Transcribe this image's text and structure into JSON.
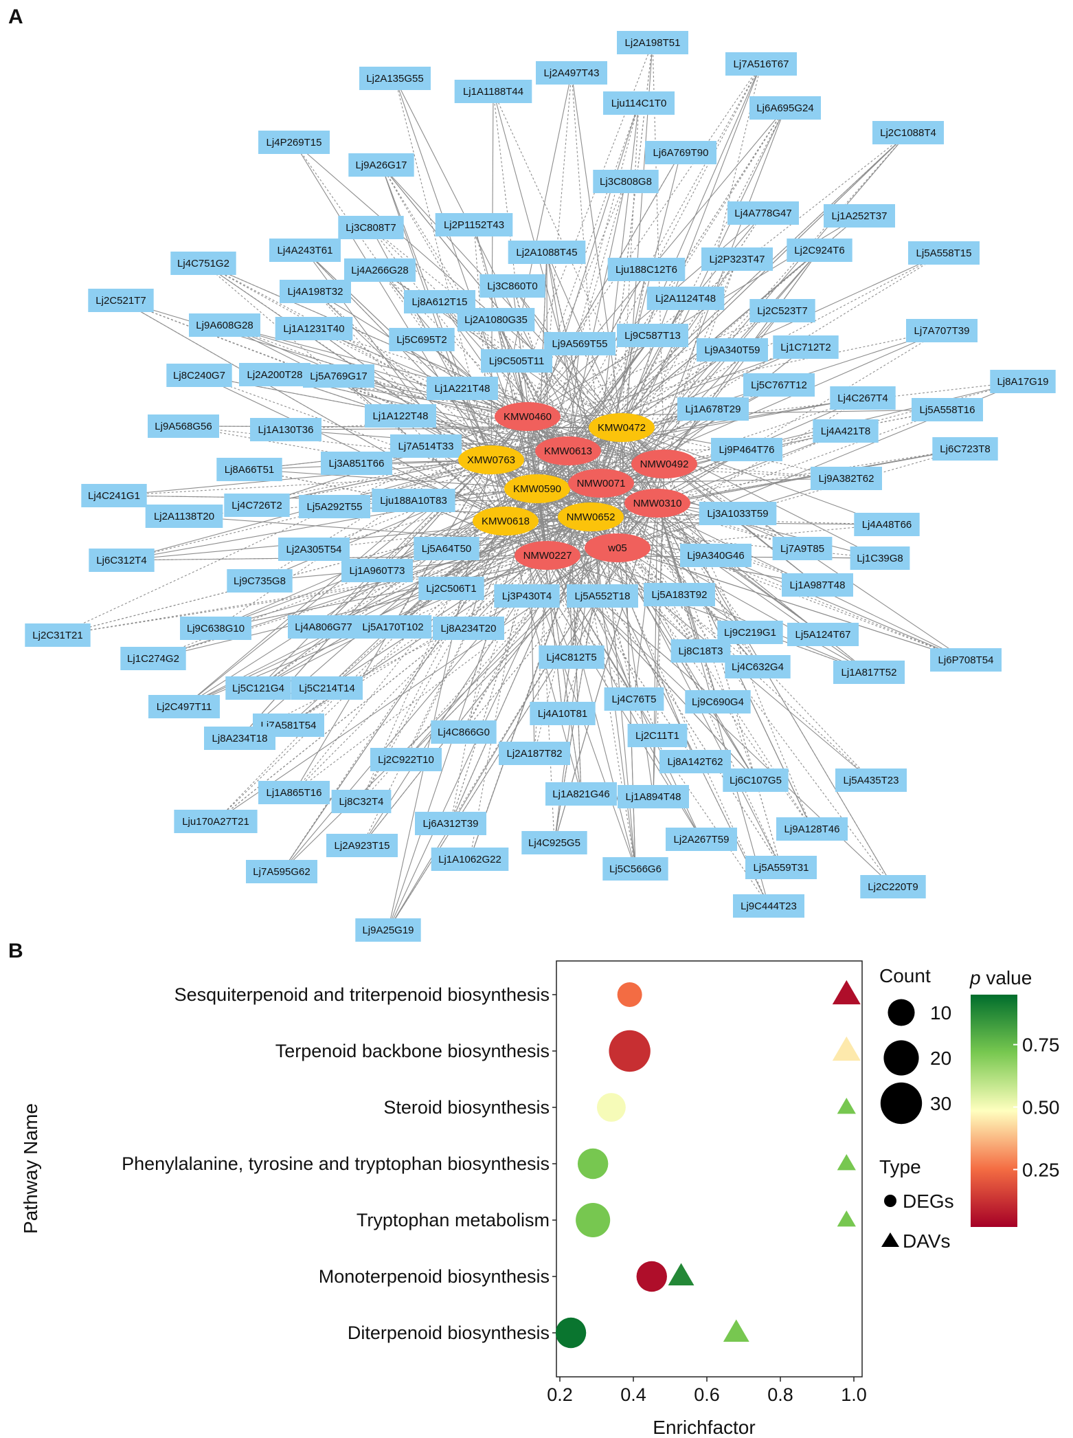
{
  "figure": {
    "panel_a_label": "A",
    "panel_b_label": "B"
  },
  "colors": {
    "gene_node": "#8ecff2",
    "metabolite_node_red": "#f0605c",
    "metabolite_node_yellow": "#fbc30b",
    "edge": "#8c8c8c",
    "pvalue_gradient": [
      "#006d2c",
      "#78c850",
      "#ffffbf",
      "#f46d43",
      "#a50026"
    ]
  },
  "network": {
    "metabolites": [
      {
        "label": "KMW0460",
        "color": "red"
      },
      {
        "label": "KMW0472",
        "color": "yellow"
      },
      {
        "label": "XMW0763",
        "color": "yellow"
      },
      {
        "label": "KMW0613",
        "color": "red"
      },
      {
        "label": "NMW0492",
        "color": "red"
      },
      {
        "label": "KMW0590",
        "color": "yellow"
      },
      {
        "label": "NMW0071",
        "color": "red"
      },
      {
        "label": "NMW0310",
        "color": "red"
      },
      {
        "label": "KMW0618",
        "color": "yellow"
      },
      {
        "label": "NMW0652",
        "color": "yellow"
      },
      {
        "label": "w05",
        "color": "red"
      },
      {
        "label": "NMW0227",
        "color": "red"
      }
    ],
    "genes": [
      "Lj2A198T51",
      "Lj7A516T67",
      "Lj2A135G55",
      "Lj2A497T43",
      "Lj1A1188T44",
      "Lju114C1T0",
      "Lj6A695G24",
      "Lj2C1088T4",
      "Lj4P269T15",
      "Lj9A26G17",
      "Lj6A769T90",
      "Lj3C808G8",
      "Lj4A778G47",
      "Lj1A252T37",
      "Lj3C808T7",
      "Lj2P1152T43",
      "Lj4A243T61",
      "Lj2A1088T45",
      "Lj2C924T6",
      "Lj5A558T15",
      "Lj4C751G2",
      "Lj4A266G28",
      "Lju188C12T6",
      "Lj2P323T47",
      "Lj4A198T32",
      "Lj3C860T0",
      "Lj2C521T7",
      "Lj8A612T15",
      "Lj2A1124T48",
      "Lj2C523T7",
      "Lj9A608G28",
      "Lj1A1231T40",
      "Lj2A1080G35",
      "Lj7A707T39",
      "Lj5C695T2",
      "Lj9A569T55",
      "Lj9C587T13",
      "Lj1C712T2",
      "Lj9A340T59",
      "Lj9C505T11",
      "Lj8C240G7",
      "Lj2A200T28",
      "Lj5A769G17",
      "Lj1A221T48",
      "Lj5C767T12",
      "Lj8A17G19",
      "Lj4C267T4",
      "Lj1A122T48",
      "Lj1A678T29",
      "Lj5A558T16",
      "Lj9A568G56",
      "Lj1A130T36",
      "Lj4A421T8",
      "Lj7A514T33",
      "Lj6C723T8",
      "Lj9P464T76",
      "Lj3A851T66",
      "Lj8A66T51",
      "Lj9A382T62",
      "Lj4C241G1",
      "Lj4C726T2",
      "Lj5A292T55",
      "Lju188A10T83",
      "Lj2A1138T20",
      "Lj3A1033T59",
      "Lj4A48T66",
      "Lj6C312T4",
      "Lj2A305T54",
      "Lj5A64T50",
      "Lj7A9T85",
      "Lj1C39G8",
      "Lj9A340G46",
      "Lj9C735G8",
      "Lj1A960T73",
      "Lj2C506T1",
      "Lj1A987T48",
      "Lj3P430T4",
      "Lj5A552T18",
      "Lj5A183T92",
      "Lj2C31T21",
      "Lj9C638G10",
      "Lj4A806G77",
      "Lj5A170T102",
      "Lj8A234T20",
      "Lj9C219G1",
      "Lj5A124T67",
      "Lj6P708T54",
      "Lj1C274G2",
      "Lj4C812T5",
      "Lj8C18T3",
      "Lj4C632G4",
      "Lj1A817T52",
      "Lj5C121G4",
      "Lj5C214T14",
      "Lj2C497T11",
      "Lj4A10T81",
      "Lj4C76T5",
      "Lj9C690G4",
      "Lj7A581T54",
      "Lj8A234T18",
      "Lj4C866G0",
      "Lj2C11T1",
      "Lj2C922T10",
      "Lj2A187T82",
      "Lj8A142T62",
      "Lj6C107G5",
      "Lj5A435T23",
      "Lj1A865T16",
      "Lj1A821G46",
      "Lj1A894T48",
      "Lj8C32T4",
      "Lju170A27T21",
      "Lj6A312T39",
      "Lj9A128T46",
      "Lj2A923T15",
      "Lj4C925G5",
      "Lj2A267T59",
      "Lj5A559T31",
      "Lj7A595G62",
      "Lj1A1062G22",
      "Lj5C566G6",
      "Lj2C220T9",
      "Lj9C444T23",
      "Lj9A25G19"
    ]
  },
  "chart_data": {
    "type": "scatter",
    "title": "",
    "xlabel": "Enrichfactor",
    "ylabel": "Pathway Name",
    "xlim": [
      0.2,
      1.0
    ],
    "x_ticks": [
      "0.2",
      "0.4",
      "0.6",
      "0.8",
      "1.0"
    ],
    "categories": [
      "Sesquiterpenoid and triterpenoid biosynthesis",
      "Terpenoid backbone biosynthesis",
      "Steroid biosynthesis",
      "Phenylalanine, tyrosine and tryptophan biosynthesis",
      "Tryptophan metabolism",
      "Monoterpenoid biosynthesis",
      "Diterpenoid biosynthesis"
    ],
    "series": [
      {
        "name": "DEGs",
        "shape": "circle",
        "points": [
          {
            "category": "Sesquiterpenoid and triterpenoid biosynthesis",
            "x": 0.39,
            "count": 8,
            "p": 0.25
          },
          {
            "category": "Terpenoid backbone biosynthesis",
            "x": 0.39,
            "count": 30,
            "p": 0.12
          },
          {
            "category": "Steroid biosynthesis",
            "x": 0.34,
            "count": 12,
            "p": 0.5
          },
          {
            "category": "Phenylalanine, tyrosine and tryptophan biosynthesis",
            "x": 0.29,
            "count": 14,
            "p": 0.72
          },
          {
            "category": "Tryptophan metabolism",
            "x": 0.29,
            "count": 19,
            "p": 0.72
          },
          {
            "category": "Monoterpenoid biosynthesis",
            "x": 0.45,
            "count": 14,
            "p": 0.05
          },
          {
            "category": "Diterpenoid biosynthesis",
            "x": 0.23,
            "count": 14,
            "p": 0.93
          }
        ]
      },
      {
        "name": "DAVs",
        "shape": "triangle",
        "points": [
          {
            "category": "Sesquiterpenoid and triterpenoid biosynthesis",
            "x": 0.98,
            "count": 10,
            "p": 0.05
          },
          {
            "category": "Terpenoid backbone biosynthesis",
            "x": 0.98,
            "count": 10,
            "p": 0.45
          },
          {
            "category": "Steroid biosynthesis",
            "x": 0.98,
            "count": 3,
            "p": 0.72
          },
          {
            "category": "Phenylalanine, tyrosine and tryptophan biosynthesis",
            "x": 0.98,
            "count": 3,
            "p": 0.72
          },
          {
            "category": "Tryptophan metabolism",
            "x": 0.98,
            "count": 3,
            "p": 0.72
          },
          {
            "category": "Monoterpenoid biosynthesis",
            "x": 0.53,
            "count": 8,
            "p": 0.88
          },
          {
            "category": "Diterpenoid biosynthesis",
            "x": 0.68,
            "count": 8,
            "p": 0.72
          }
        ]
      }
    ],
    "legend_size": {
      "title": "Count",
      "values": [
        "10",
        "20",
        "30"
      ]
    },
    "legend_color": {
      "title_italic": "p",
      "title_rest": " value",
      "ticks": [
        "0.75",
        "0.50",
        "0.25"
      ],
      "range": [
        0.02,
        0.95
      ]
    },
    "legend_type": {
      "title": "Type",
      "items": [
        "DEGs",
        "DAVs"
      ]
    }
  }
}
